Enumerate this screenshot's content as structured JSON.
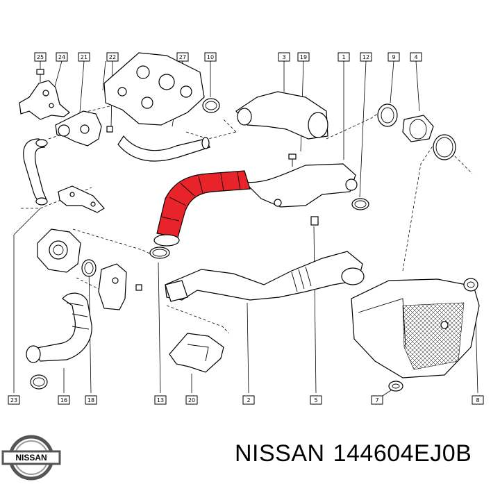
{
  "diagram": {
    "callouts": [
      "25",
      "24",
      "21",
      "22",
      "27",
      "10",
      "3",
      "19",
      "1",
      "12",
      "9",
      "4",
      "23",
      "16",
      "18",
      "13",
      "20",
      "2",
      "5",
      "7",
      "8"
    ]
  },
  "brand": {
    "logo_text": "NISSAN",
    "name": "NISSAN",
    "part_number": "144604EJ0B",
    "highlight_color": "#e8242a"
  }
}
